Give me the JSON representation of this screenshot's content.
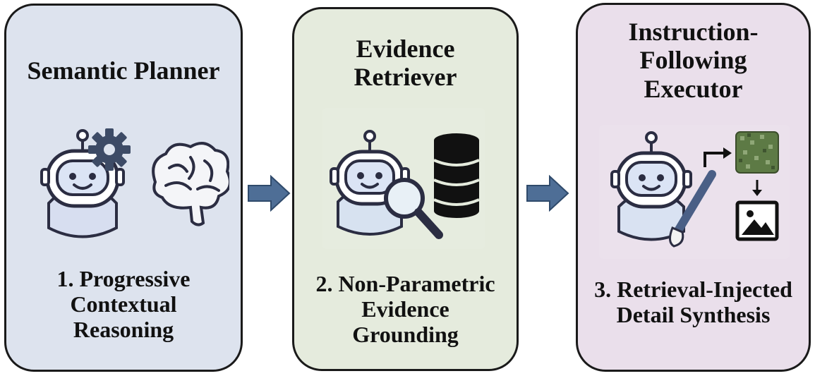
{
  "panels": [
    {
      "title": [
        "Semantic Planner"
      ],
      "caption": [
        "1. Progressive",
        "Contextual",
        "Reasoning"
      ],
      "background": "#dde3ee",
      "icons": [
        "robot-icon",
        "gear-icon",
        "brain-icon"
      ]
    },
    {
      "title": [
        "Evidence",
        "Retriever"
      ],
      "caption": [
        "2. Non-Parametric",
        "Evidence",
        "Grounding"
      ],
      "background": "#e5ebdd",
      "icons": [
        "robot-icon",
        "magnifier-icon",
        "database-icon"
      ]
    },
    {
      "title": [
        "Instruction-",
        "Following",
        "Executor"
      ],
      "caption": [
        "3. Retrieval-Injected",
        "Detail Synthesis"
      ],
      "background": "#eadfeb",
      "icons": [
        "robot-icon",
        "paintbrush-icon",
        "noise-patch-icon",
        "image-icon"
      ]
    }
  ],
  "colors": {
    "arrow": "#4e6e96",
    "outline": "#1a1a1a"
  }
}
